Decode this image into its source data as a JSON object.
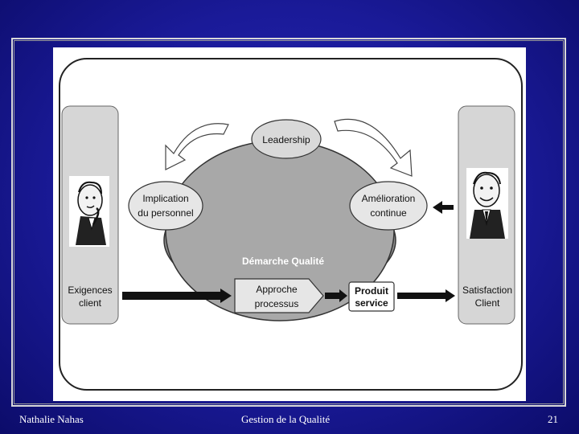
{
  "diagram": {
    "leadership": "Leadership",
    "implication": [
      "Implication",
      "du personnel"
    ],
    "amelioration": [
      "Amélioration",
      "continue"
    ],
    "demarche": "Démarche Qualité",
    "approche": [
      "Approche",
      "processus"
    ],
    "produit": [
      "Produit",
      "service"
    ],
    "exigences": [
      "Exigences",
      "client"
    ],
    "satisfaction": [
      "Satisfaction",
      "Client"
    ]
  },
  "footer": {
    "author": "Nathalie Nahas",
    "title": "Gestion de la Qualité",
    "page": "21"
  },
  "colors": {
    "background": "#1a1a98",
    "ellipse": "#a8a8a8",
    "ellipse_shadow": "#8a8a8a",
    "pillar": "#d6d6d6"
  }
}
